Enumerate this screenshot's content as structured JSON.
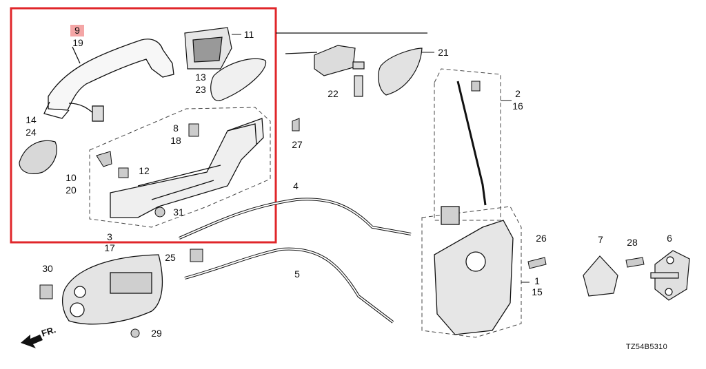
{
  "diagram": {
    "highlight_color": "#e0262a",
    "part_numbers": {
      "p9": "9",
      "p19": "19",
      "p11": "11",
      "p13": "13",
      "p23": "23",
      "p14": "14",
      "p24": "24",
      "p8": "8",
      "p18": "18",
      "p10": "10",
      "p20": "20",
      "p12": "12",
      "p31": "31",
      "p22": "22",
      "p21": "21",
      "p27": "27",
      "p2": "2",
      "p16": "16",
      "p4": "4",
      "p3": "3",
      "p17": "17",
      "p25": "25",
      "p5": "5",
      "p30": "30",
      "p29": "29",
      "p26": "26",
      "p1": "1",
      "p15": "15",
      "p7": "7",
      "p28": "28",
      "p6": "6"
    },
    "direction_label": "FR.",
    "drawing_code": "TZ54B5310"
  }
}
